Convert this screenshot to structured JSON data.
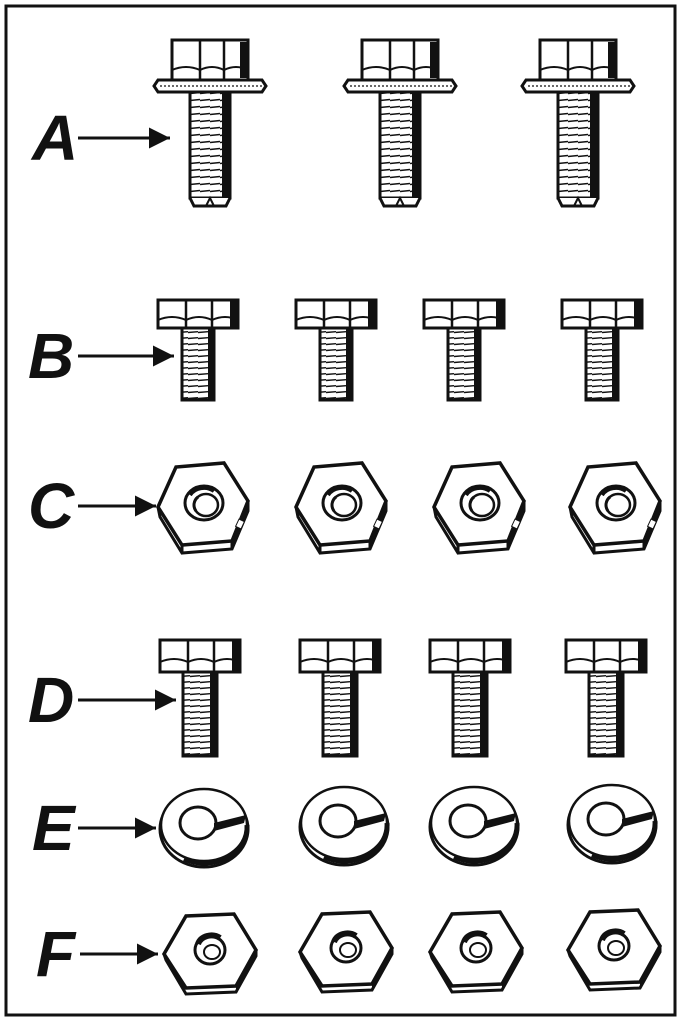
{
  "figure": {
    "background": "#ffffff",
    "ink": "#111111",
    "rows": [
      {
        "label": "A",
        "part": "flanged-hex-head-bolt",
        "count": 3
      },
      {
        "label": "B",
        "part": "short-hex-head-bolt",
        "count": 4
      },
      {
        "label": "C",
        "part": "thick-hex-nut",
        "count": 4
      },
      {
        "label": "D",
        "part": "long-hex-head-bolt",
        "count": 4
      },
      {
        "label": "E",
        "part": "split-lock-washer",
        "count": 4
      },
      {
        "label": "F",
        "part": "thin-hex-nut",
        "count": 4
      }
    ]
  }
}
